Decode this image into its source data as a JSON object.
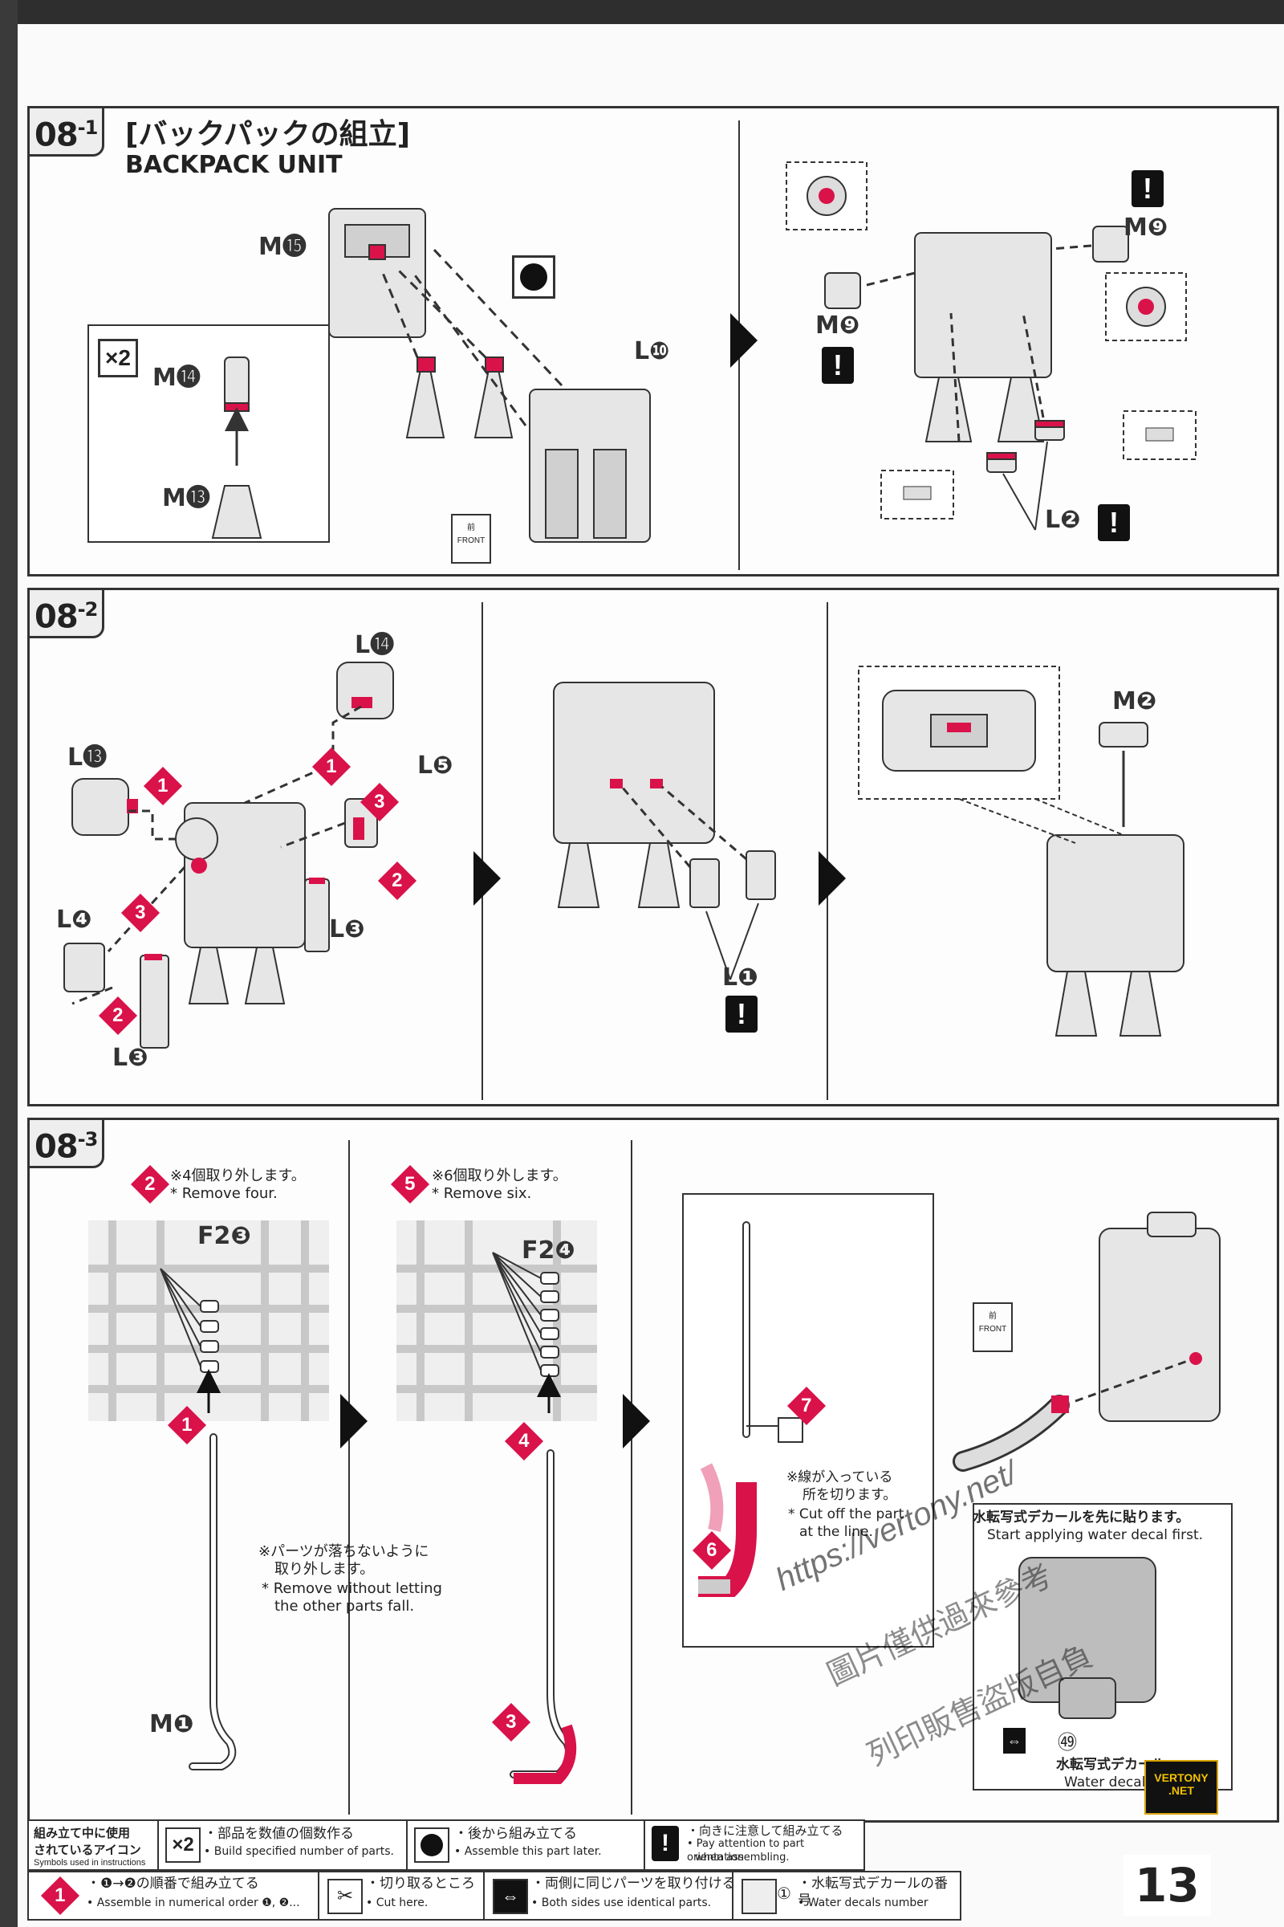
{
  "steps": {
    "s1": {
      "badge_main": "08",
      "badge_sub": "-1",
      "title_jp": "[バックパックの組立]",
      "title_en": "BACKPACK UNIT"
    },
    "s2": {
      "badge_main": "08",
      "badge_sub": "-2"
    },
    "s3": {
      "badge_main": "08",
      "badge_sub": "-3"
    }
  },
  "labels": {
    "m15": "M⓯",
    "l10": "L❿",
    "m14": "M⓮",
    "m13": "M⓭",
    "x2": "×2",
    "m9_top": "M❾",
    "m9_left": "M❾",
    "l2": "L❷",
    "l14": "L⓮",
    "l13": "L⓭",
    "l5": "L❺",
    "l4": "L❹",
    "l3_a": "L❸",
    "l3_b": "L❸",
    "l1": "L❶",
    "m2": "M❷",
    "f2_3": "F2❸",
    "f2_4": "F2❹",
    "m1": "M❶",
    "front": "前\nFRONT"
  },
  "nums": {
    "n1": "1",
    "n2": "2",
    "n3": "3",
    "n4": "4",
    "n5": "5",
    "n6": "6",
    "n7": "7"
  },
  "notes": {
    "remove4_jp": "※4個取り外します。",
    "remove4_en": "* Remove four.",
    "remove6_jp": "※6個取り外します。",
    "remove6_en": "* Remove six.",
    "nofall_jp1": "※パーツが落ちないように",
    "nofall_jp2": "取り外します。",
    "nofall_en1": "* Remove without letting",
    "nofall_en2": "the other parts fall.",
    "cut_jp1": "※線が入っている",
    "cut_jp2": "所を切ります。",
    "cut_en1": "* Cut off the part",
    "cut_en2": "at the line.",
    "decal_jp": "水転写式デカールを先に貼ります。",
    "decal_en": "Start applying water decal first.",
    "decal_num": "㊾",
    "decal_name_jp": "水転写式デカール",
    "decal_name_en": "Water decal"
  },
  "watermark": {
    "w1": "https://vertony.net/",
    "w2": "圖片僅供過來參考",
    "w3": "列印販售盜版自負"
  },
  "brand": {
    "line1": "VERTONY",
    "line2": ".NET"
  },
  "footer": {
    "icons_title_jp1": "組み立て中に使用",
    "icons_title_jp2": "されているアイコン",
    "icons_title_en": "Symbols used in instructions",
    "x2_jp": "・部品を数値の個数作る",
    "x2_en": "• Build specified number of parts.",
    "later_jp": "・後から組み立てる",
    "later_en": "• Assemble this part later.",
    "orient_jp": "・向きに注意して組み立てる",
    "orient_en1": "• Pay attention to part orientation",
    "orient_en2": "when assembling.",
    "order_jp": "・❶→❷の順番で組み立てる",
    "order_en": "• Assemble in numerical order ❶, ❷...",
    "cut_jp": "・切り取るところ",
    "cut_en": "• Cut here.",
    "both_jp": "・両側に同じパーツを取り付ける",
    "both_en": "• Both sides use identical parts.",
    "decal_jp": "・水転写式デカールの番号",
    "decal_en": "• Water decals number",
    "decal_sym": "①"
  },
  "page_number": "13"
}
